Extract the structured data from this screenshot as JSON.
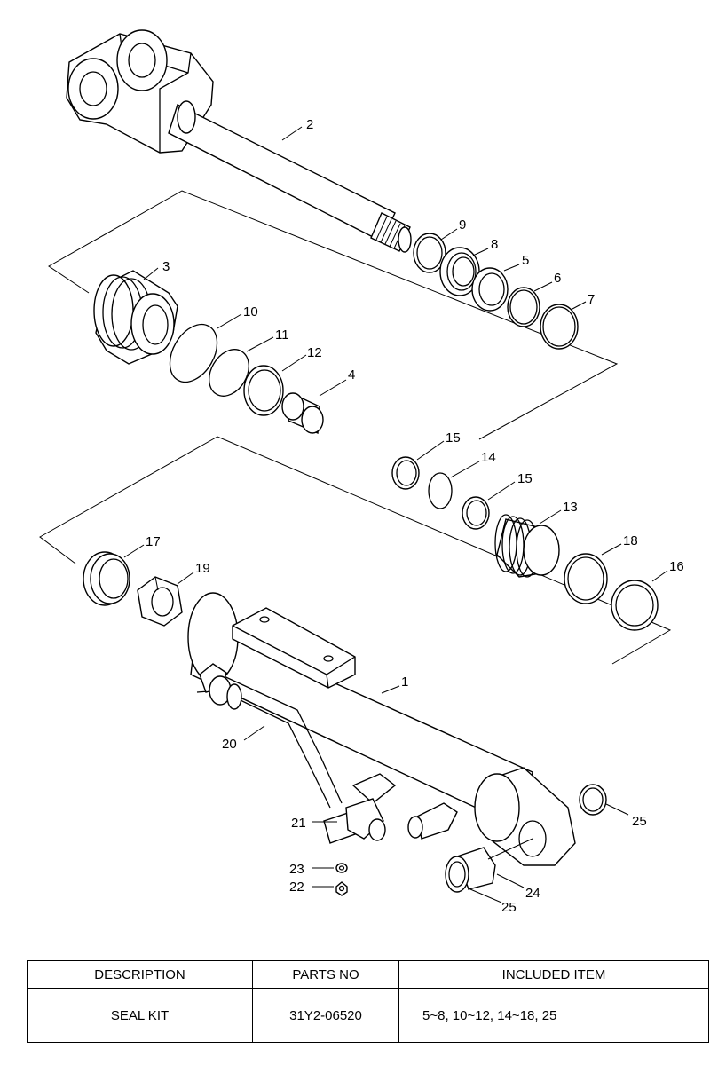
{
  "callouts": {
    "c1": "1",
    "c2": "2",
    "c3": "3",
    "c4": "4",
    "c5": "5",
    "c6": "6",
    "c7": "7",
    "c8": "8",
    "c9": "9",
    "c10": "10",
    "c11": "11",
    "c12": "12",
    "c13": "13",
    "c14": "14",
    "c15a": "15",
    "c15b": "15",
    "c16": "16",
    "c17": "17",
    "c18": "18",
    "c19": "19",
    "c20": "20",
    "c21": "21",
    "c22": "22",
    "c23": "23",
    "c24": "24",
    "c25a": "25",
    "c25b": "25"
  },
  "table": {
    "headers": [
      "DESCRIPTION",
      "PARTS NO",
      "INCLUDED ITEM"
    ],
    "rows": [
      {
        "description": "SEAL KIT",
        "parts_no": "31Y2-06520",
        "included": "5~8, 10~12, 14~18, 25"
      }
    ]
  }
}
